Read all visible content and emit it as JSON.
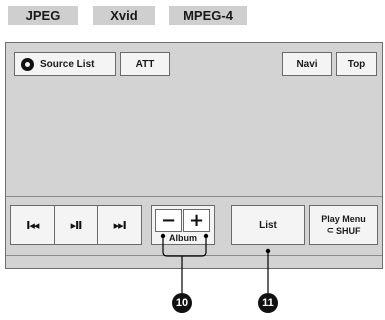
{
  "badges": [
    "JPEG",
    "Xvid",
    "MPEG-4"
  ],
  "top_bar": {
    "source_list_label": "Source List",
    "att_label": "ATT",
    "navi_label": "Navi",
    "top_label": "Top"
  },
  "transport": {
    "prev_glyph": "I◂◂",
    "play_pause_glyph": "▸II",
    "next_glyph": "▸▸I"
  },
  "album": {
    "minus_glyph": "−",
    "plus_glyph": "+",
    "label": "Album"
  },
  "list_label": "List",
  "play_menu": {
    "line1": "Play Menu",
    "shuffle_icon": "⊂",
    "line2": "SHUF"
  },
  "callouts": [
    "10",
    "11"
  ]
}
